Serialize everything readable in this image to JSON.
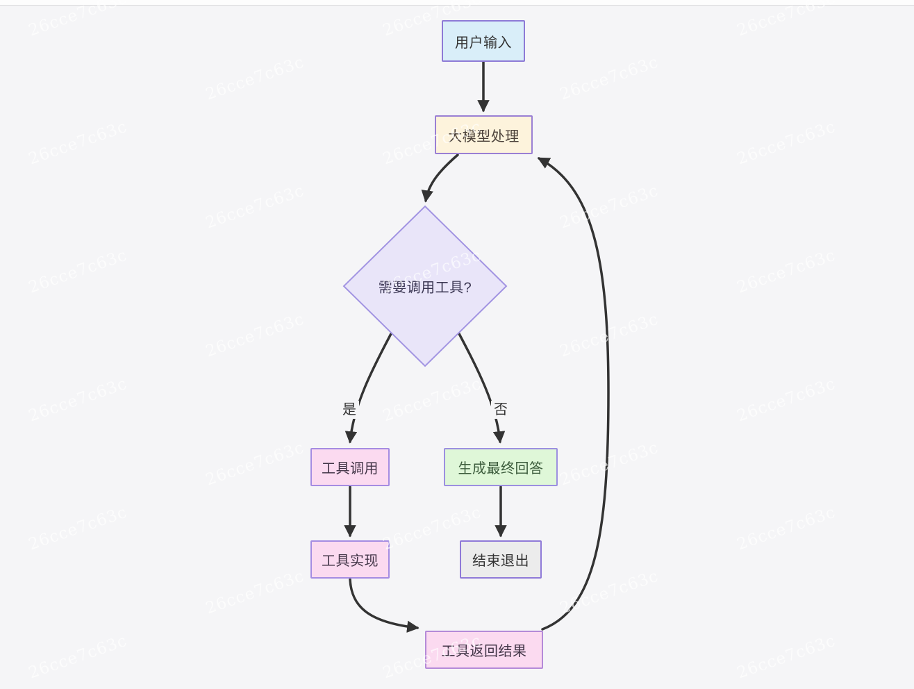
{
  "watermark": {
    "text": "26cce7c63c"
  },
  "canvas": {
    "background": "#f5f5f7",
    "edge_color": "#333333"
  },
  "nodes": {
    "user_input": {
      "label": "用户输入",
      "fill": "#d9eef9",
      "border": "#8d7ad6",
      "text_color": "#333333"
    },
    "llm_process": {
      "label": "大模型处理",
      "fill": "#fdf3dc",
      "border": "#9a7fd4",
      "text_color": "#4a4039"
    },
    "decision": {
      "label": "需要调用工具?",
      "fill": "#e9e5f9",
      "border": "#a294e2",
      "text_color": "#3b3753"
    },
    "tool_call": {
      "label": "工具调用",
      "fill": "#fbdaf0",
      "border": "#a58ce2",
      "text_color": "#433648"
    },
    "final_answer": {
      "label": "生成最终回答",
      "fill": "#dff7d8",
      "border": "#9c8fe0",
      "text_color": "#3c5c3c"
    },
    "tool_impl": {
      "label": "工具实现",
      "fill": "#fbdaf0",
      "border": "#a58ce2",
      "text_color": "#433648"
    },
    "end_exit": {
      "label": "结束退出",
      "fill": "#ececec",
      "border": "#8f7ad8",
      "text_color": "#333333"
    },
    "tool_result": {
      "label": "工具返回结果",
      "fill": "#fbdaf0",
      "border": "#b48ad8",
      "text_color": "#433648"
    }
  },
  "edges": {
    "yes_label": "是",
    "no_label": "否"
  }
}
